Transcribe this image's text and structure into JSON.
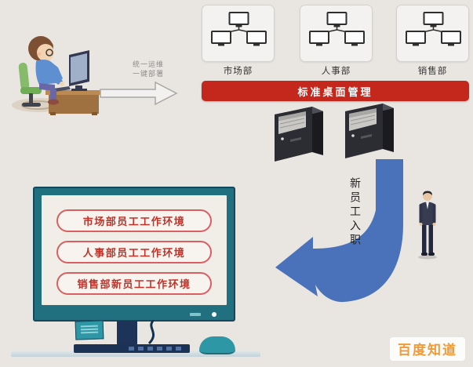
{
  "page": {
    "background": "#e9e6e2"
  },
  "deploy": {
    "line1": "统一运维",
    "line2": "一键部署"
  },
  "departments": [
    {
      "id": "marketing",
      "label": "市场部"
    },
    {
      "id": "hr",
      "label": "人事部"
    },
    {
      "id": "sales",
      "label": "销售部"
    }
  ],
  "banner": {
    "label": "标准桌面管理",
    "background": "#c4271b",
    "text_color": "#ffffff"
  },
  "servers": {
    "count": 2
  },
  "onboarding": {
    "label": "新员工入职",
    "arrow_color": "#4a72ba"
  },
  "workstation": {
    "frame_color": "#20707f",
    "button_border_color": "#d95f63",
    "button_text_color": "#c13128",
    "buttons": [
      {
        "label": "市场部员工工作环境"
      },
      {
        "label": "人事部员工工作环境"
      },
      {
        "label": "销售部新员工工作环境"
      }
    ]
  },
  "watermark": {
    "text": "百度知道",
    "color": "#f09a3a"
  },
  "icons": {
    "admin": "it-admin-illustration",
    "deploy_arrow": "right-arrow-icon",
    "department_network": "monitor-network-icon",
    "servers": "server-tower-icon",
    "onboarding_arrow": "curved-left-arrow-icon",
    "employee": "businessman-figure-icon",
    "sticky_notes": "sticky-notes-icon",
    "keyboard": "keyboard-icon",
    "mouse": "mouse-icon"
  }
}
